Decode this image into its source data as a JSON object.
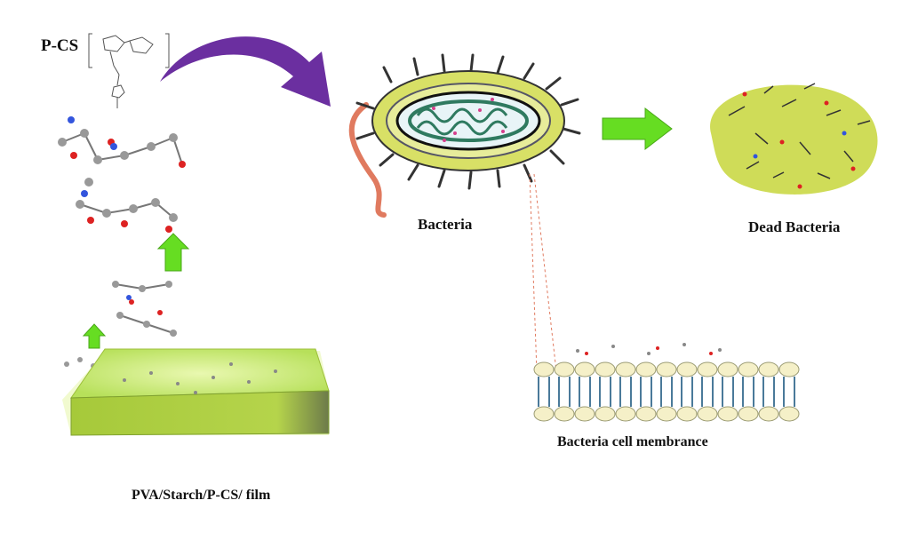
{
  "labels": {
    "pcs": "P-CS",
    "bacteria": "Bacteria",
    "dead_bacteria": "Dead Bacteria",
    "membrane": "Bacteria cell membrance",
    "film": "PVA/Starch/P-CS/ film"
  },
  "colors": {
    "purple_arrow": "#6b2fa0",
    "green_arrow": "#66dd22",
    "film_green": "#c8e86a",
    "bacteria_body": "#d8e066",
    "dead_body": "#cfdc58",
    "membrane_head": "#f5f0c8",
    "membrane_tail": "#4a7a9a"
  },
  "icons": [
    "p-cs-structure-icon",
    "molecule-icon",
    "bacteria-icon",
    "dead-bacteria-icon",
    "membrane-icon",
    "film-icon"
  ]
}
